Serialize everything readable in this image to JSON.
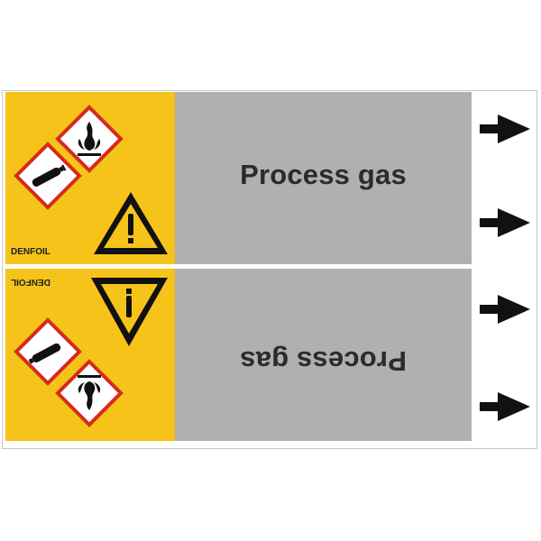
{
  "strips": [
    {
      "medium_label": "Process gas",
      "brand": "DENFOIL"
    },
    {
      "medium_label": "Process gas",
      "brand": "DENFOIL"
    }
  ],
  "icons": {
    "flame": "ghs-flammable-icon",
    "gas_cylinder": "ghs-gas-cylinder-icon",
    "warning": "warning-triangle-icon",
    "arrow": "flow-arrow-icon"
  },
  "colors": {
    "hazard_yellow": "#f6c31a",
    "label_gray": "#b0b0b0",
    "ghs_red": "#d52b1e",
    "text": "#2b2b2b"
  }
}
